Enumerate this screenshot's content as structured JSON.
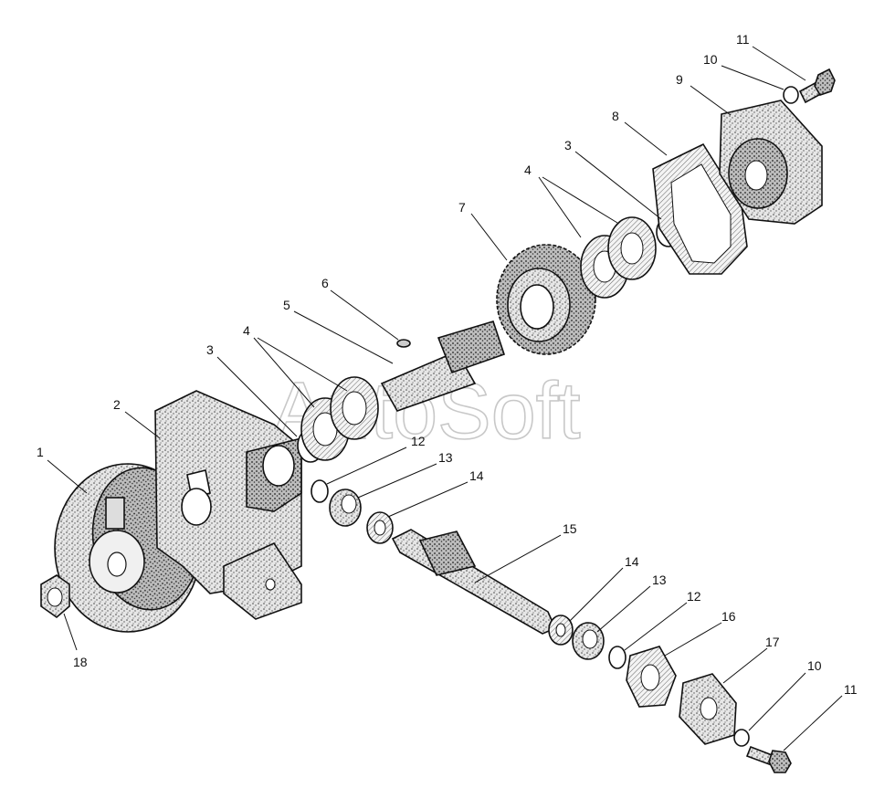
{
  "watermark": "AutoSoft",
  "callouts": {
    "c1": "1",
    "c2": "2",
    "c3a": "3",
    "c3b": "3",
    "c4a": "4",
    "c4b": "4",
    "c5": "5",
    "c6": "6",
    "c7": "7",
    "c8": "8",
    "c9": "9",
    "c10a": "10",
    "c10b": "10",
    "c11a": "11",
    "c11b": "11",
    "c12a": "12",
    "c12b": "12",
    "c13a": "13",
    "c13b": "13",
    "c14a": "14",
    "c14b": "14",
    "c15": "15",
    "c16": "16",
    "c17": "17",
    "c18": "18"
  }
}
